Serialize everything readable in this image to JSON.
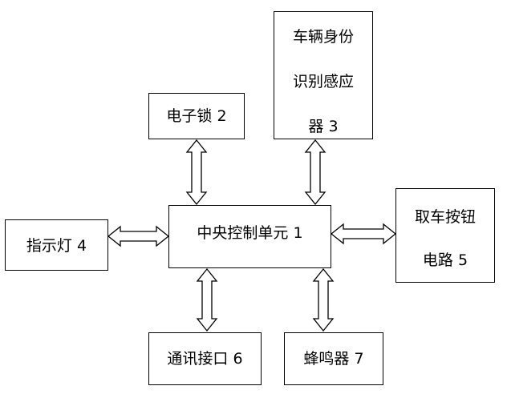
{
  "diagram": {
    "central_unit": "中央控制单元 1",
    "electronic_lock": "电子锁 2",
    "vehicle_id_sensor": {
      "line1": "车辆身份",
      "line2": "识别感应",
      "line3": "器 3"
    },
    "indicator_light": "指示灯 4",
    "pickup_button_circuit": {
      "line1": "取车按钮",
      "line2": "电路 5"
    },
    "communication_interface": "通讯接口 6",
    "buzzer": "蜂鸣器 7"
  }
}
